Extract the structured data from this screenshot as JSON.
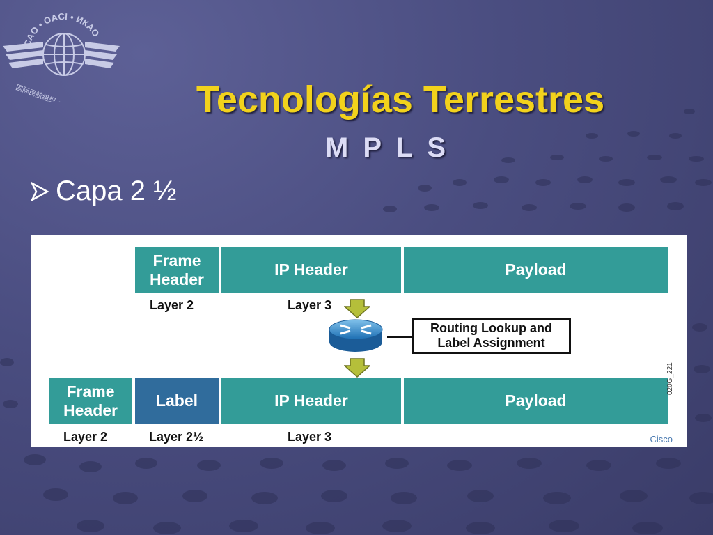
{
  "slide": {
    "title": "Tecnologías Terrestres",
    "subtitle": "M P L S",
    "bullet": "Capa 2 ½"
  },
  "logo": {
    "top_text": "ICAO • OACI • ИКАО",
    "side_text": "国际民航组织 • ايكاو"
  },
  "diagram": {
    "top_row": {
      "frame_header": "Frame Header",
      "ip_header": "IP Header",
      "payload": "Payload",
      "layer2_label": "Layer 2",
      "layer3_label": "Layer 3"
    },
    "process_box": "Routing Lookup and Label Assignment",
    "bottom_row": {
      "frame_header": "Frame Header",
      "label": "Label",
      "ip_header": "IP Header",
      "payload": "Payload",
      "layer2_label": "Layer 2",
      "layer2half_label": "Layer 2½",
      "layer3_label": "Layer 3"
    },
    "figure_code": "020G_221",
    "credit": "Cisco"
  },
  "colors": {
    "title": "#f2d21c",
    "teal_box": "#339c98",
    "blue_box": "#306c9c",
    "arrow": "#b5bf3a"
  }
}
